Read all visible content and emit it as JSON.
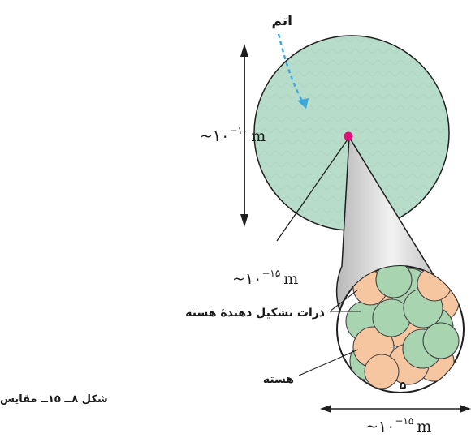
{
  "labels": {
    "atom": "اتم",
    "nuclear_particles": "ذرات تشکیل دهندهٔ هسته",
    "nucleus": "هسته",
    "nucleus_number": "۵",
    "caption": "شکل ۸ــ ۱۵ــ مقایس"
  },
  "scales": {
    "atom": {
      "prefix": "~۱۰",
      "exponent": "−۱۰",
      "unit": "m"
    },
    "nucleus_pointer": {
      "prefix": "~۱۰",
      "exponent": "−۱۵",
      "unit": "m"
    },
    "nucleus_width": {
      "prefix": "~۱۰",
      "exponent": "−۱۵",
      "unit": "m"
    }
  },
  "colors": {
    "atom_fill": "#b7dcc9",
    "nucleus_dot": "#e0107a",
    "cone_fill": "#c9c9c9",
    "proton": "#f6c6a0",
    "neutron": "#a8d4b0",
    "arrow": "#3aa7dd"
  },
  "nucleus_particles": {
    "orange": 9,
    "green": 9
  }
}
